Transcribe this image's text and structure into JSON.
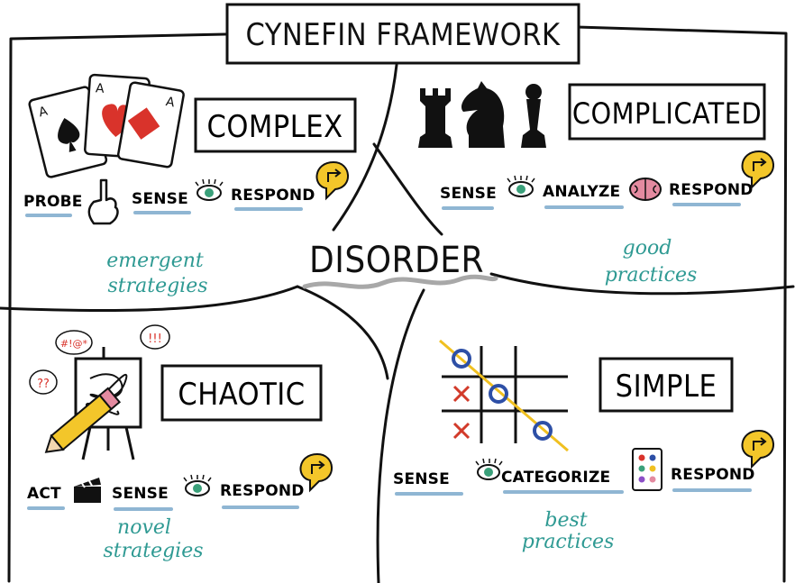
{
  "title": "CYNEFIN FRAMEWORK",
  "center_label": "DISORDER",
  "quadrants": {
    "complex": {
      "name": "COMPLEX",
      "steps": [
        "PROBE",
        "SENSE",
        "RESPOND"
      ],
      "practice": [
        "emergent",
        "strategies"
      ]
    },
    "complicated": {
      "name": "COMPLICATED",
      "steps": [
        "SENSE",
        "ANALYZE",
        "RESPOND"
      ],
      "practice": [
        "good",
        "practices"
      ]
    },
    "chaotic": {
      "name": "CHAOTIC",
      "steps": [
        "ACT",
        "SENSE",
        "RESPOND"
      ],
      "practice": [
        "novel",
        "strategies"
      ]
    },
    "simple": {
      "name": "SIMPLE",
      "steps": [
        "SENSE",
        "CATEGORIZE",
        "RESPOND"
      ],
      "practice": [
        "best",
        "practices"
      ]
    }
  },
  "card_letters": [
    "A",
    "A",
    "A"
  ],
  "speech_marks": [
    "#!@*",
    "!!!",
    "??"
  ],
  "tictactoe": {
    "marks": [
      "O",
      "",
      "",
      "X",
      "O",
      "",
      "X",
      "",
      "O"
    ]
  },
  "colors": {
    "ink": "#111111",
    "teal": "#2f9a93",
    "underline": "#8fb6d3",
    "card_red": "#d9332b",
    "respond_yellow": "#f3c62a",
    "eye_green": "#3aa07a",
    "brain_pink": "#e48aa0",
    "x_red": "#d23a2a",
    "o_blue": "#2d4fa6",
    "line_yellow": "#f0c020"
  },
  "icons": [
    "playing-cards-icon",
    "chess-pieces-icon",
    "easel-scribble-icon",
    "tictactoe-icon",
    "pointing-hand-icon",
    "eye-icon",
    "brain-icon",
    "clapperboard-icon",
    "color-dots-card-icon",
    "respond-arrow-bubble-icon"
  ]
}
